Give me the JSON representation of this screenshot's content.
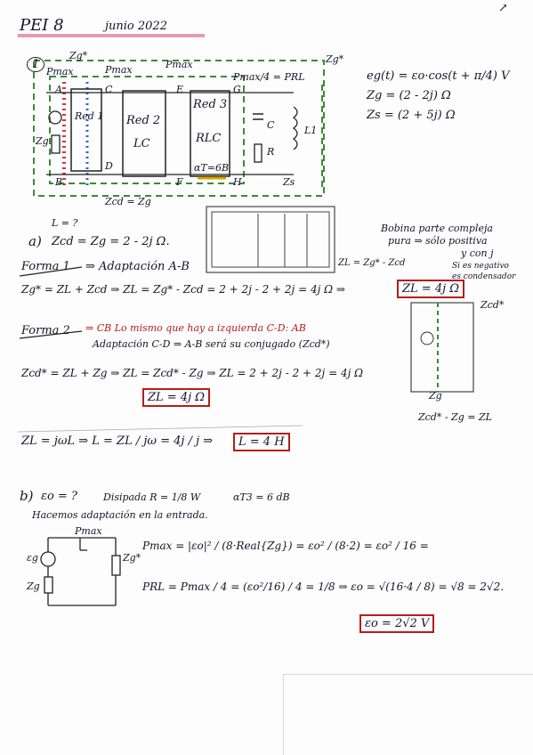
{
  "header": {
    "title": "PEI 8",
    "date": "junio 2022",
    "corner_mark": "↗"
  },
  "circuit": {
    "problem_number": "1",
    "labels": {
      "zg_star_top": "Zg*",
      "zg_star_right": "Zg*",
      "pmax1": "Pmax",
      "pmax2": "Pmax",
      "pmax3": "Pmax",
      "pmax4": "Pmax/4 = PRL",
      "node_A": "A",
      "node_B": "B",
      "node_C": "C",
      "node_D": "D",
      "node_E": "E",
      "node_F": "F",
      "node_G": "G",
      "node_H": "H",
      "red1": "Red 1",
      "red2": "Red 2",
      "red2_type": "LC",
      "red3": "Red 3",
      "red3_type": "RLC",
      "alpha": "αT=6B",
      "cap": "C",
      "res": "R",
      "ind": "L1",
      "zs_label": "Zs",
      "zg_left": "Zg",
      "zcd_eq": "Zcd = Zg"
    },
    "eq1": "eg(t) = εo·cos(t + π/4) V",
    "eq2": "Zg = (2 - 2j) Ω",
    "eq3": "Zs = (2 + 5j) Ω"
  },
  "side_note": {
    "line1": "Bobina parte compleja",
    "line2": "pura ⇒ sólo positiva",
    "line3": "y con j",
    "line4": "Si es negativo",
    "line5": "es condensador",
    "zcd_star": "Zcd*",
    "zg": "Zg",
    "bottom": "Zcd* - Zg = ZL"
  },
  "part_a": {
    "label": "a)",
    "question": "L = ?",
    "line1": "Zcd = Zg = 2 - 2j Ω.",
    "zl_note": "ZL = Zg* - Zcd",
    "forma1_label": "Forma 1",
    "forma1_text": "⇒ Adaptación A-B",
    "eq_f1_left": "Zg* = ZL + Zcd ⇒ ZL = Zg* - Zcd = 2 + 2j - 2 + 2j = 4j Ω ⇒",
    "result_f1": "ZL = 4j Ω",
    "forma2_label": "Forma 2",
    "forma2_text": "⇒ CB Lo mismo que hay a izquierda C-D: AB",
    "forma2_text2": "Adaptación C-D ⇒ A-B será su conjugado (Zcd*)",
    "eq_f2": "Zcd* = ZL + Zg ⇒ ZL = Zcd* - Zg ⇒ ZL = 2 + 2j - 2 + 2j = 4j Ω",
    "result_f2": "ZL = 4j Ω",
    "eq_L": "ZL = jωL ⇒ L = ZL / jω = 4j / j ⇒",
    "result_L": "L = 4 H"
  },
  "part_b": {
    "label": "b)",
    "question": "εo = ?",
    "given1": "Disipada R = 1/8 W",
    "given2": "αT3 = 6 dB",
    "intro": "Hacemos adaptación en la entrada.",
    "circ_pmax": "Pmax",
    "circ_eg": "εg",
    "circ_zg": "Zg",
    "circ_zgstar": "Zg*",
    "eq_pmax": "Pmax = |εo|² / (8·Real{Zg}) = εo² / (8·2) = εo² / 16 =",
    "eq_prl": "PRL = Pmax / 4 = (εo²/16) / 4 = 1/8 ⇒ εo = √(16·4 / 8) = √8 = 2√2.",
    "result": "εo = 2√2 V"
  },
  "colors": {
    "ink": "#14142a",
    "red": "#b51d1d",
    "green": "#3a8a3a",
    "pink": "#e79ab4",
    "orange": "#e0a100"
  }
}
